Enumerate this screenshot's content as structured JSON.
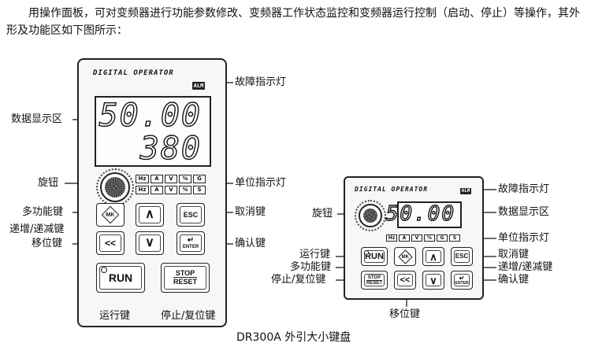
{
  "intro_text": "用操作面板，可对变频器进行功能参数修改、变频器工作状态监控和变频器运行控制（启动、停止）等操作，其外形及功能区如下图所示：",
  "large_keypad": {
    "brand": "DIGITAL OPERATOR",
    "alm_badge": "ALM",
    "display_top": "50.00",
    "display_bottom": "380",
    "unit_row_1": [
      "Hz",
      "A",
      "V",
      "%",
      "G"
    ],
    "unit_row_2": [
      "Hz",
      "A",
      "V",
      "%",
      "S"
    ],
    "keys": {
      "mk": "MK",
      "up": "∧",
      "esc": "ESC",
      "shift": "<<",
      "down": "∨",
      "enter": "ENTER",
      "run": "RUN",
      "stop_line1": "STOP",
      "stop_line2": "RESET"
    },
    "callouts": {
      "alarm_led": "故障指示灯",
      "display_area": "数据显示区",
      "knob": "旋钮",
      "unit_leds": "单位指示灯",
      "multi_key": "多功能键",
      "cancel_key": "取消键",
      "inc_dec_key": "递增/递减键",
      "confirm_key": "确认键",
      "shift_key": "移位键",
      "run_key": "运行键",
      "stop_reset_key": "停止/复位键"
    }
  },
  "small_keypad": {
    "brand": "DIGITAL OPERATOR",
    "alm_badge": "ALM",
    "display": "50.00",
    "unit_row": [
      "Hz",
      "A",
      "V",
      "%",
      "G",
      "S"
    ],
    "keys": {
      "run": "RUN",
      "mk": "MK",
      "up": "∧",
      "esc": "ESC",
      "stop_line1": "STOP",
      "stop_line2": "RESET",
      "shift": "<<",
      "down": "∨",
      "enter": "ENTER"
    },
    "callouts": {
      "alarm_led": "故障指示灯",
      "display_area": "数据显示区",
      "knob": "旋钮",
      "unit_leds": "单位指示灯",
      "run_key": "运行键",
      "cancel_key": "取消键",
      "multi_key": "多功能键",
      "inc_dec_key": "递增/递减键",
      "stop_reset_key": "停止/复位键",
      "confirm_key": "确认键",
      "shift_key": "移位键"
    }
  },
  "caption": "DR300A 外引大小键盘"
}
